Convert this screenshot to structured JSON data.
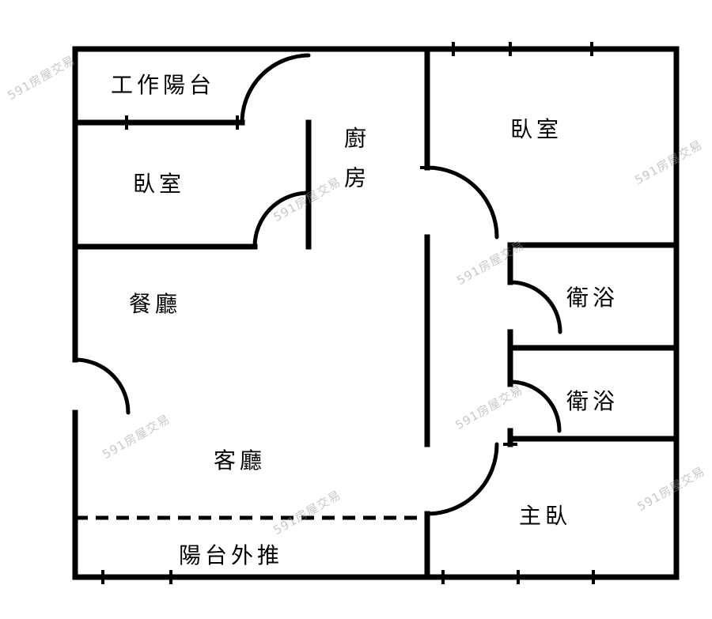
{
  "rooms": {
    "work_balcony": "工作陽台",
    "bedroom_left": "臥室",
    "kitchen": "廚房",
    "bedroom_right": "臥室",
    "dining": "餐廳",
    "bath_1": "衛浴",
    "bath_2": "衛浴",
    "living": "客廳",
    "master": "主臥",
    "balcony_extension": "陽台外推"
  },
  "watermark": {
    "text": "591房屋交易"
  },
  "colors": {
    "wall": "#000000",
    "door_arc": "#000000",
    "dashed_line": "#000000",
    "background": "#ffffff",
    "watermark": "#9a9a9a"
  }
}
